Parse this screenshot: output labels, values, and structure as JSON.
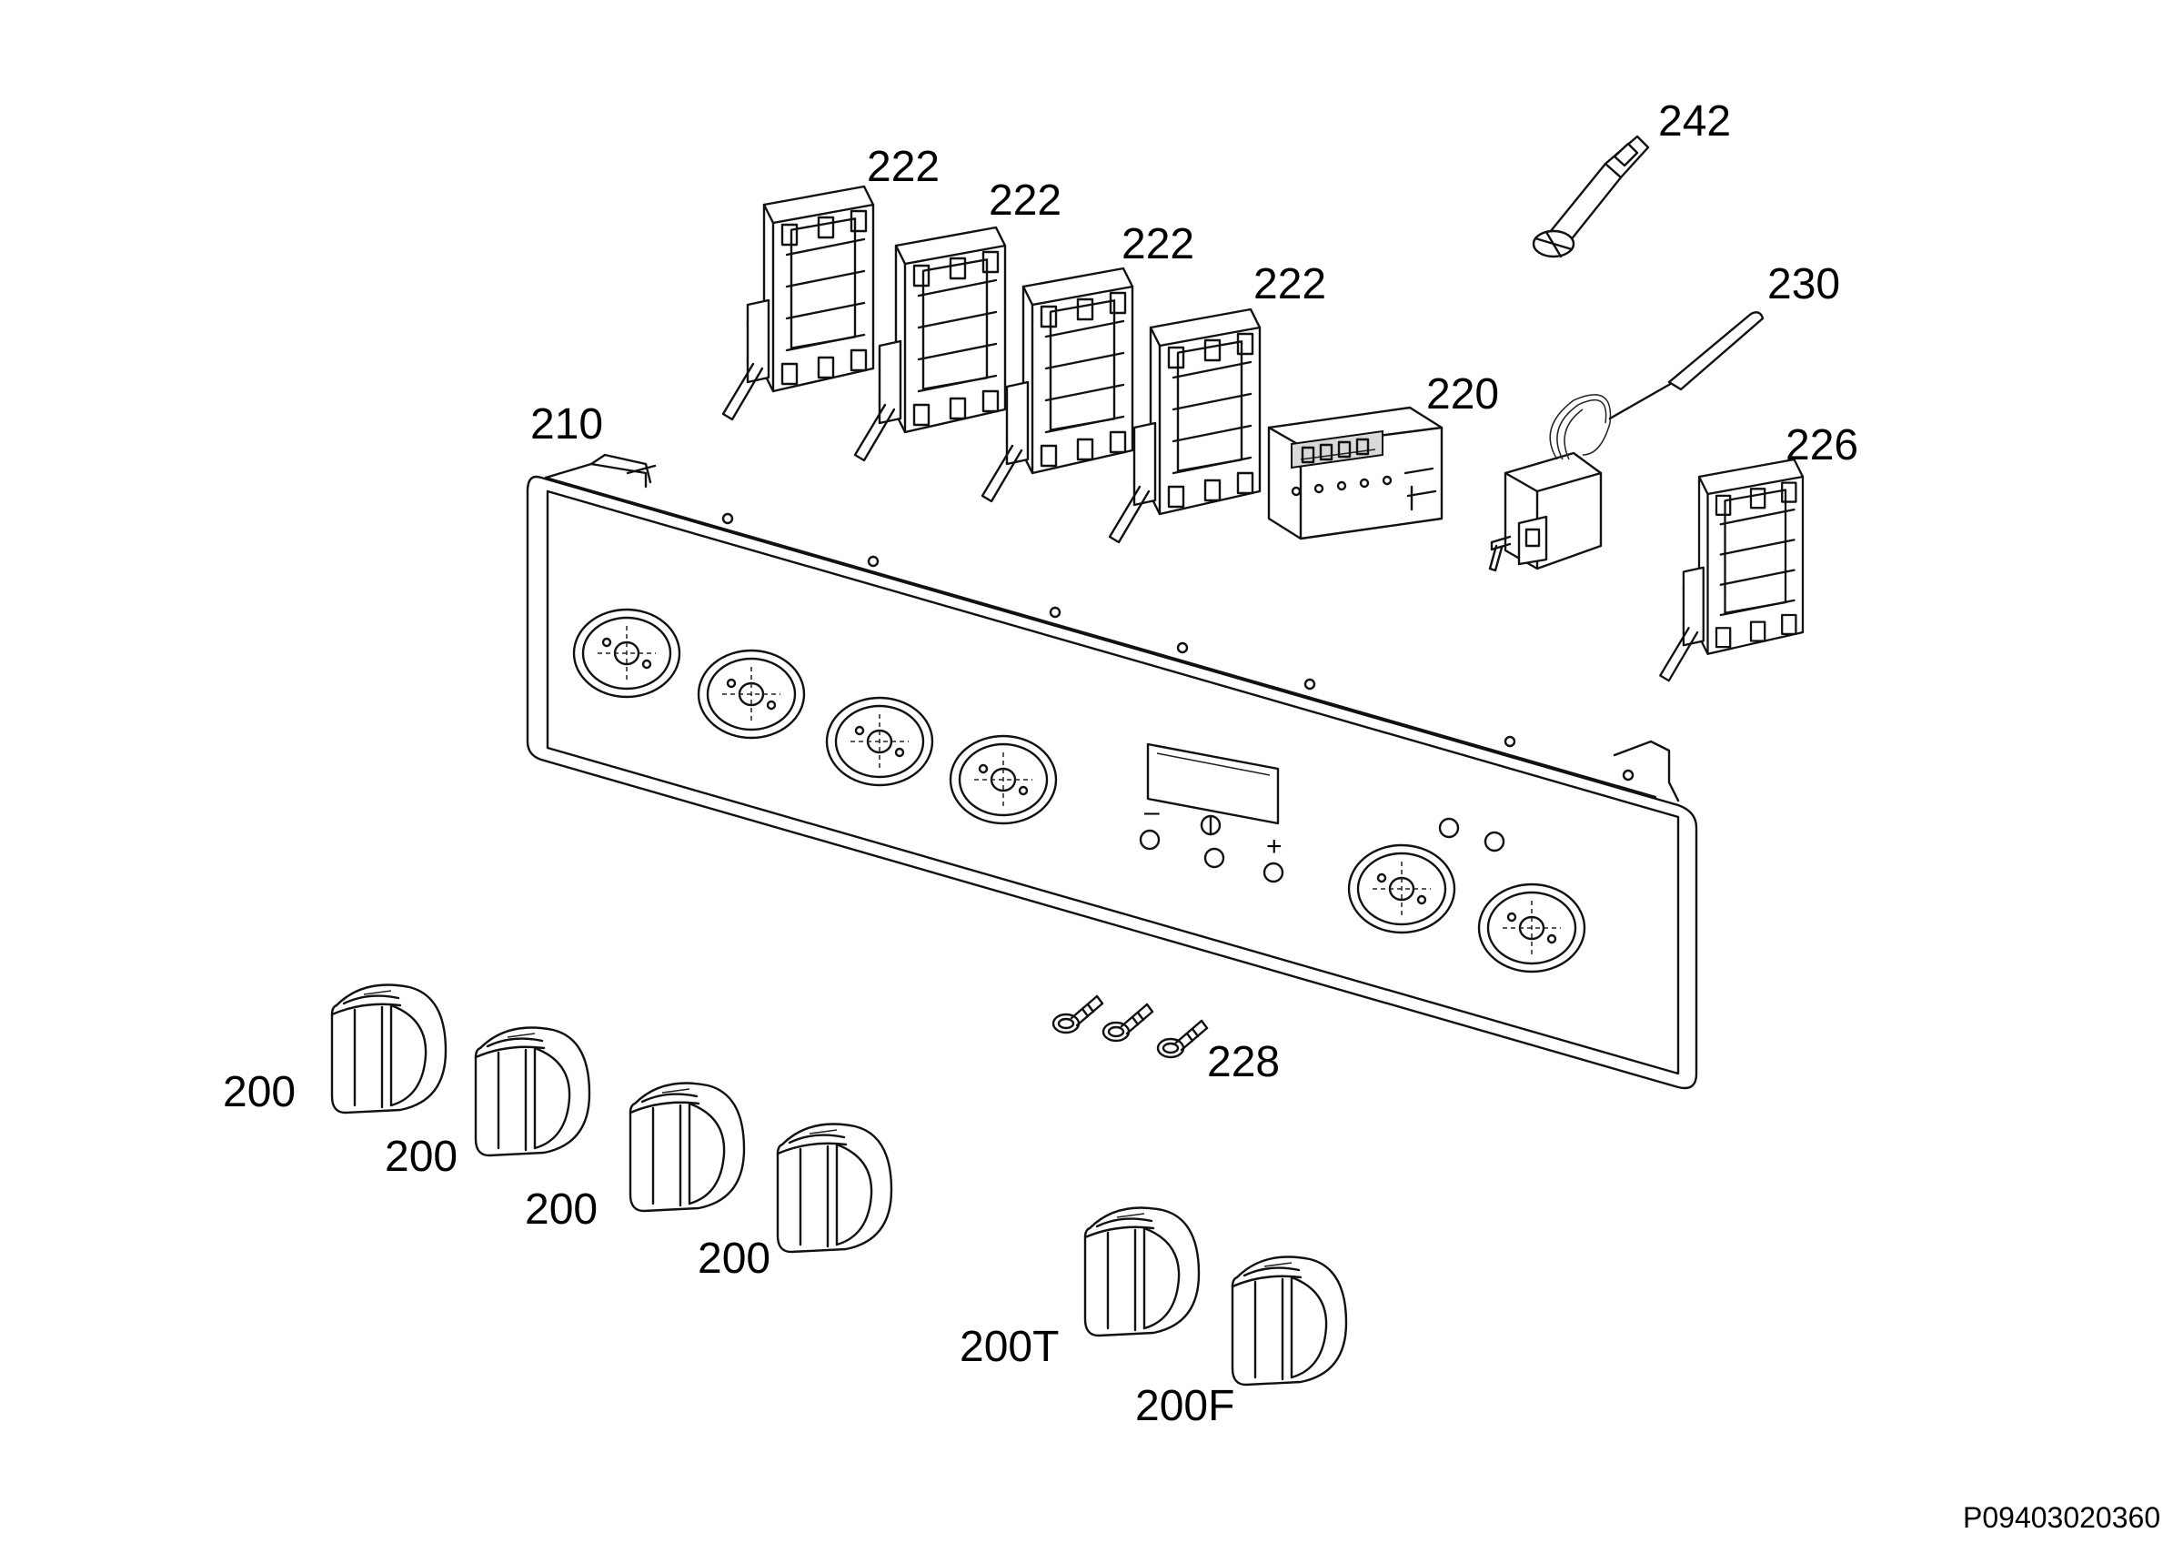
{
  "diagram": {
    "labels": {
      "switch_1": "222",
      "switch_2": "222",
      "switch_3": "222",
      "switch_4": "222",
      "thermal_fuse": "242",
      "thermostat": "230",
      "timer": "220",
      "panel": "210",
      "switch_5": "226",
      "screws": "228",
      "knob_1": "200",
      "knob_2": "200",
      "knob_3": "200",
      "knob_4": "200",
      "knob_thermostat": "200T",
      "knob_function": "200F"
    },
    "panel_symbols": {
      "minus": "–",
      "plus": "+"
    },
    "document_id": "P09403020360"
  }
}
